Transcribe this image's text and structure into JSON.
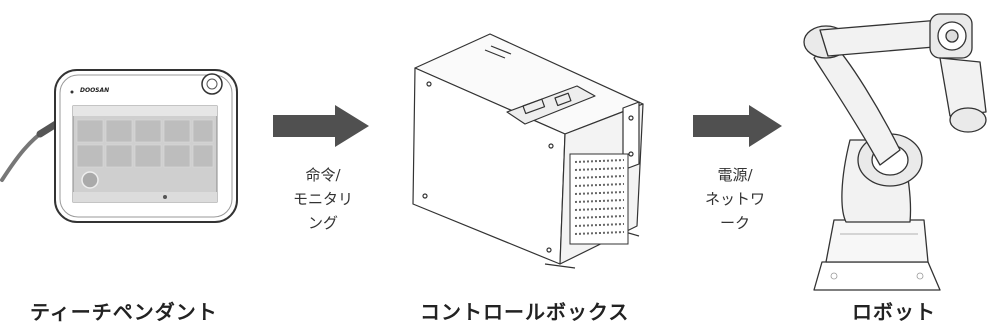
{
  "components": {
    "teach_pendant": {
      "caption": "ティーチペンダント",
      "brand": "DOOSAN"
    },
    "control_box": {
      "caption": "コントロールボックス"
    },
    "robot": {
      "caption": "ロボット"
    }
  },
  "arrows": [
    {
      "label_lines": [
        "命令/",
        "モニタリ",
        "ング"
      ]
    },
    {
      "label_lines": [
        "電源/",
        "ネットワ",
        "ーク"
      ]
    }
  ],
  "colors": {
    "arrow": "#505050",
    "outline": "#333333",
    "screen": "#cfcfcf",
    "background": "#ffffff"
  }
}
